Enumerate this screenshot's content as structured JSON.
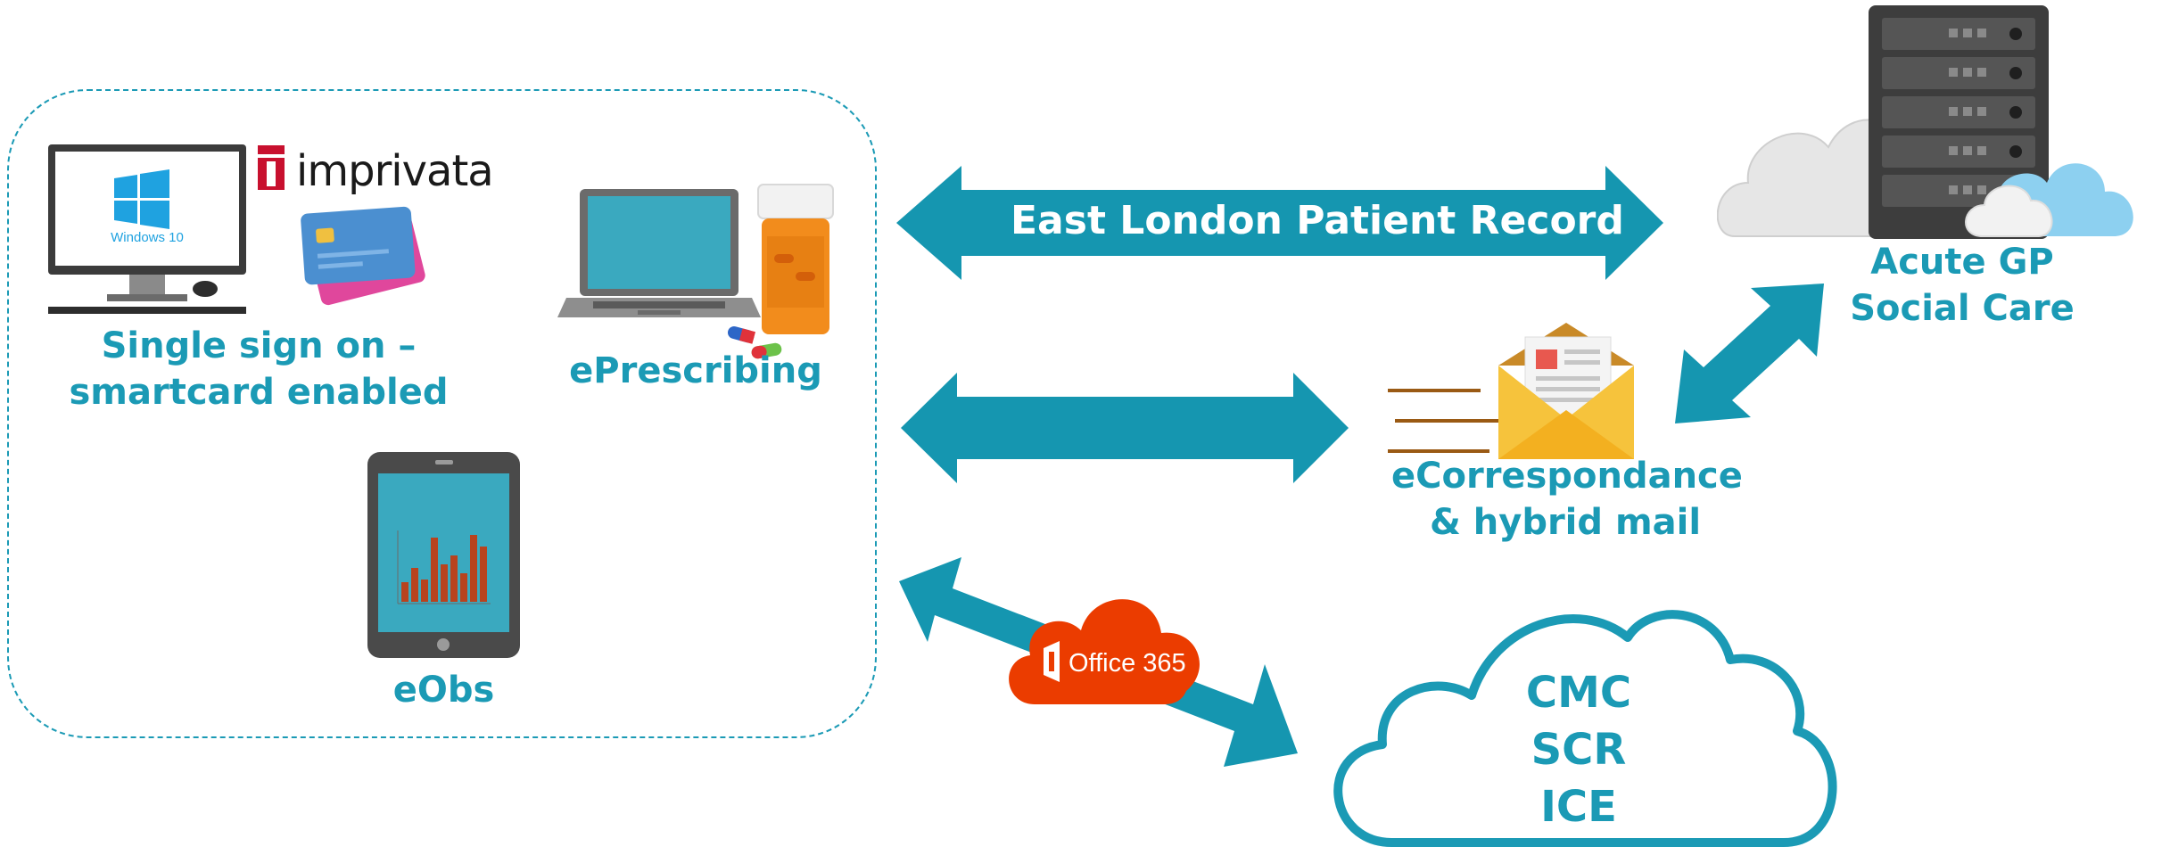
{
  "left_panel": {
    "windows_label": "Windows 10",
    "imprivata_logo": "imprivata",
    "sso_label": [
      "Single sign on –",
      "smartcard enabled"
    ],
    "eprescribing_label": "ePrescribing",
    "eobs_label": "eObs"
  },
  "arrows": {
    "top_label": "East London Patient Record"
  },
  "office365": {
    "label": "Office 365"
  },
  "correspondence": {
    "label": [
      "eCorrespondance",
      "& hybrid mail"
    ]
  },
  "server": {
    "label": [
      "Acute GP",
      "Social Care"
    ]
  },
  "cloud": {
    "items": [
      "CMC",
      "SCR",
      "ICE"
    ]
  },
  "colors": {
    "teal": "#1b9ab5",
    "arrow": "#1596b0",
    "office_red": "#eb3c00",
    "envelope_yellow": "#f6c33c"
  }
}
